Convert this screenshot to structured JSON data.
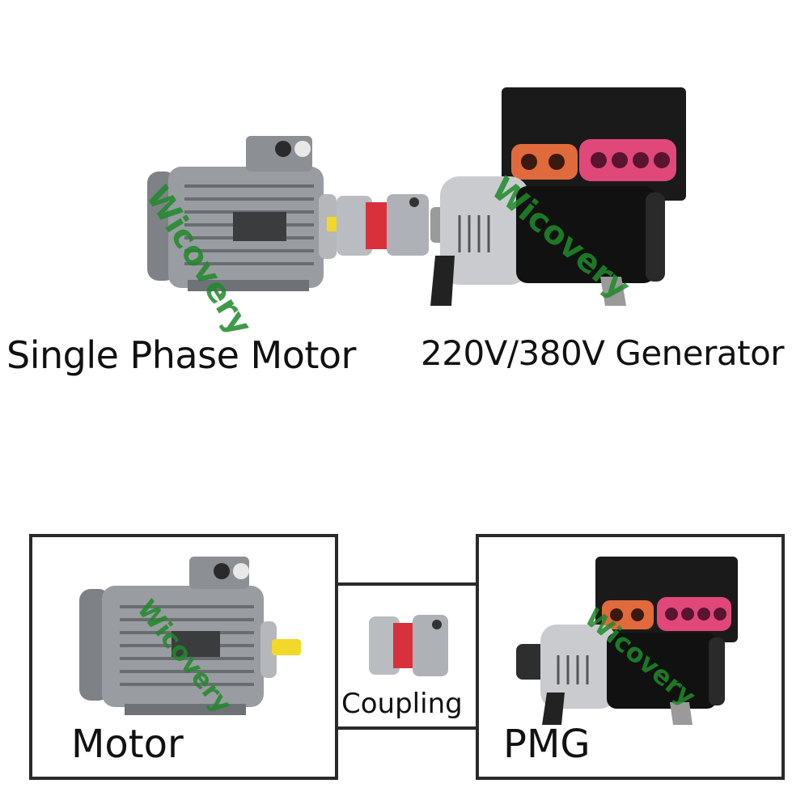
{
  "top": {
    "motor_label": "Single Phase Motor",
    "generator_label": "220V/380V Generator"
  },
  "bottom": {
    "motor_label": "Motor",
    "coupling_label": "Coupling",
    "pmg_label": "PMG"
  },
  "watermark": "Wicovery",
  "colors": {
    "motor_gray": "#8f9296",
    "generator_black": "#1a1a1a",
    "coupling_red": "#d8313c",
    "terminal_orange": "#e06a3c",
    "terminal_pink": "#e0487a",
    "shaft_yellow": "#f2d829",
    "watermark_green": "#1f8a2a"
  }
}
